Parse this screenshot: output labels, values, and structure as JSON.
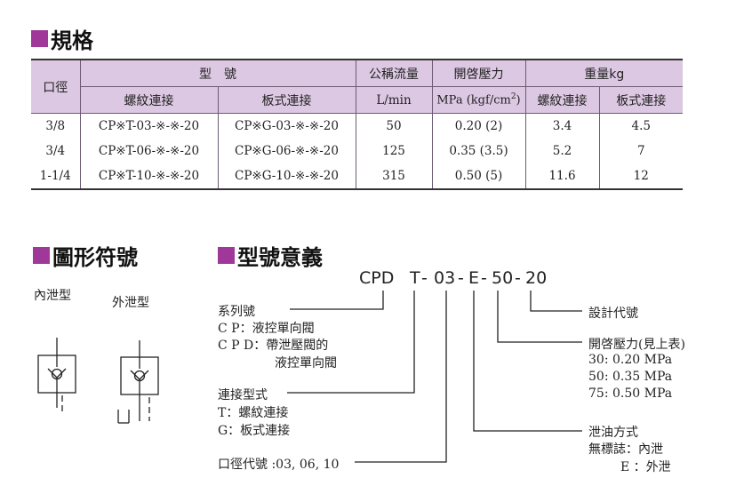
{
  "colors": {
    "accent": "#a0389a",
    "header_bg": "#dcc8e2",
    "border": "#6d5a73"
  },
  "spec": {
    "title": "規格",
    "headers": {
      "port": "口徑",
      "model": "型　號",
      "thread": "螺紋連接",
      "plate": "板式連接",
      "flow": "公稱流量",
      "flow_unit": "L/min",
      "pressure": "開啓壓力",
      "pressure_unit_pre": "MPa (kgf/cm",
      "pressure_unit_sup": "2",
      "pressure_unit_post": ")",
      "weight": "重量kg",
      "w_thread": "螺紋連接",
      "w_plate": "板式連接"
    },
    "rows": [
      {
        "port": "3/8",
        "thread": "CP※T-03-※-※-20",
        "plate": "CP※G-03-※-※-20",
        "flow": "50",
        "pressure": "0.20 (2)",
        "w_thread": "3.4",
        "w_plate": "4.5"
      },
      {
        "port": "3/4",
        "thread": "CP※T-06-※-※-20",
        "plate": "CP※G-06-※-※-20",
        "flow": "125",
        "pressure": "0.35 (3.5)",
        "w_thread": "5.2",
        "w_plate": "7"
      },
      {
        "port": "1-1/4",
        "thread": "CP※T-10-※-※-20",
        "plate": "CP※G-10-※-※-20",
        "flow": "315",
        "pressure": "0.50 (5)",
        "w_thread": "11.6",
        "w_plate": "12"
      }
    ]
  },
  "symbols": {
    "title": "圖形符號",
    "internal": "內泄型",
    "external": "外泄型"
  },
  "model_meaning": {
    "title": "型號意義",
    "code": {
      "series": "CPD",
      "conn": "T",
      "d1": "-",
      "port": "03",
      "d2": "-",
      "drain": "E",
      "d3": "-",
      "pressure": "50",
      "d4": "-",
      "design": "20"
    },
    "series_label": "系列號",
    "series_cp": "C P：液控單向閥",
    "series_cpd": "C P D：帶泄壓閥的",
    "series_cpd2": "液控單向閥",
    "conn_label": "連接型式",
    "conn_t": "T：螺紋連接",
    "conn_g": "G：板式連接",
    "port_label": "口徑代號 :03, 06, 10",
    "design_label": "設計代號",
    "pressure_label": "開啓壓力(見上表)",
    "p30": "30: 0.20 MPa",
    "p50": "50: 0.35 MPa",
    "p75": "75: 0.50 MPa",
    "drain_label": "泄油方式",
    "drain_none": "無標誌：內泄",
    "drain_e": "E ：外泄"
  }
}
